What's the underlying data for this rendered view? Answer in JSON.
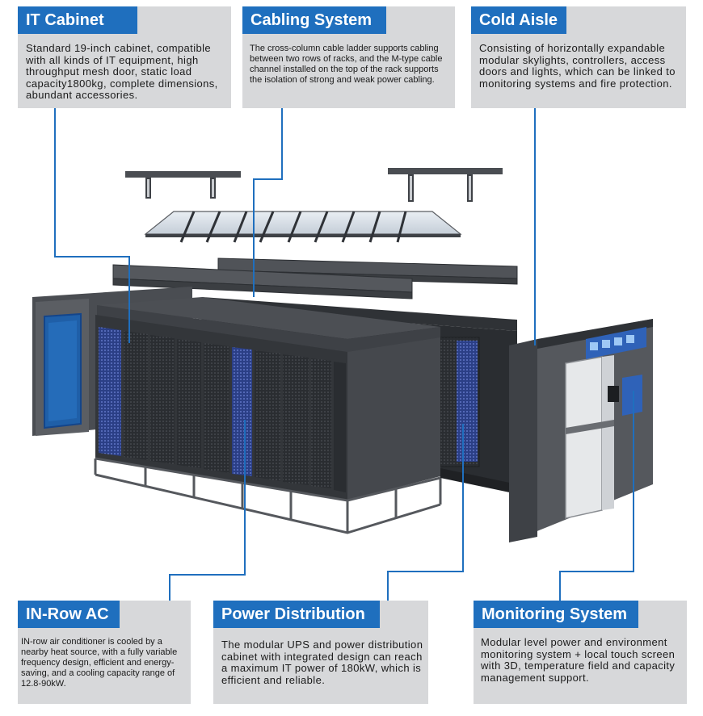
{
  "cards": {
    "it_cabinet": {
      "title": "IT Cabinet",
      "text": "Standard 19-inch cabinet, compatible with all kinds of IT equipment, high throughput mesh door, static load capacity1800kg, complete dimensions, abundant accessories."
    },
    "cabling_system": {
      "title": "Cabling System",
      "text": "The cross-column cable ladder supports cabling between two rows of racks, and the M-type cable channel installed on the top of the rack supports the isolation of strong and weak power cabling."
    },
    "cold_aisle": {
      "title": "Cold Aisle",
      "text": "Consisting of horizontally expandable modular skylights, controllers, access doors and lights, which can be linked to monitoring systems and fire protection."
    },
    "inrow_ac": {
      "title": "IN-Row AC",
      "text": "IN-row air conditioner is cooled by a nearby heat source, with a fully variable frequency design, efficient and energy-saving, and a cooling capacity range of 12.8-90kW."
    },
    "power_distribution": {
      "title": "Power Distribution",
      "text": "The modular UPS and power distribution cabinet with integrated design can reach a maximum IT power of 180kW, which is efficient and reliable."
    },
    "monitoring_system": {
      "title": "Monitoring System",
      "text": "Modular level power and environment monitoring system + local touch screen with 3D, temperature field and capacity management support."
    }
  },
  "colors": {
    "header_blue": "#1f6fbe",
    "card_gray": "#d7d8da",
    "leader_line": "#1f6fbe",
    "cabinet_dark": "#3a3d42"
  }
}
